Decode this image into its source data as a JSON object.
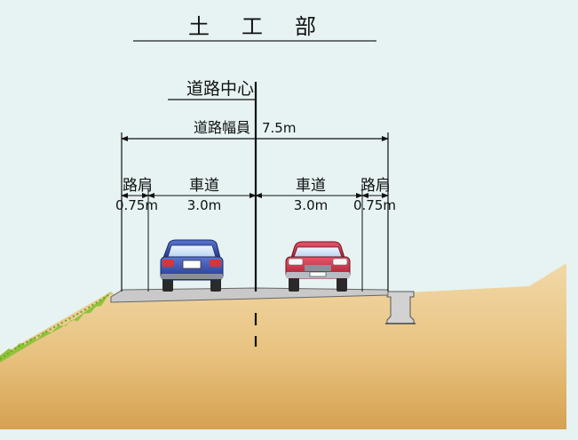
{
  "title": "土　工　部",
  "center_label": "道路中心",
  "total_width": {
    "label": "道路幅員",
    "value": "7.5m"
  },
  "lanes": [
    {
      "name": "路肩",
      "width": "0.75m"
    },
    {
      "name": "車道",
      "width": "3.0m"
    },
    {
      "name": "車道",
      "width": "3.0m"
    },
    {
      "name": "路肩",
      "width": "0.75m"
    }
  ],
  "colors": {
    "background": "#e6f3f2",
    "embankment": "#e9c88e",
    "pavement": "#c9c9c9",
    "grass": "#8fc33a",
    "car_left": "#3048a0",
    "car_right": "#c0283a"
  }
}
